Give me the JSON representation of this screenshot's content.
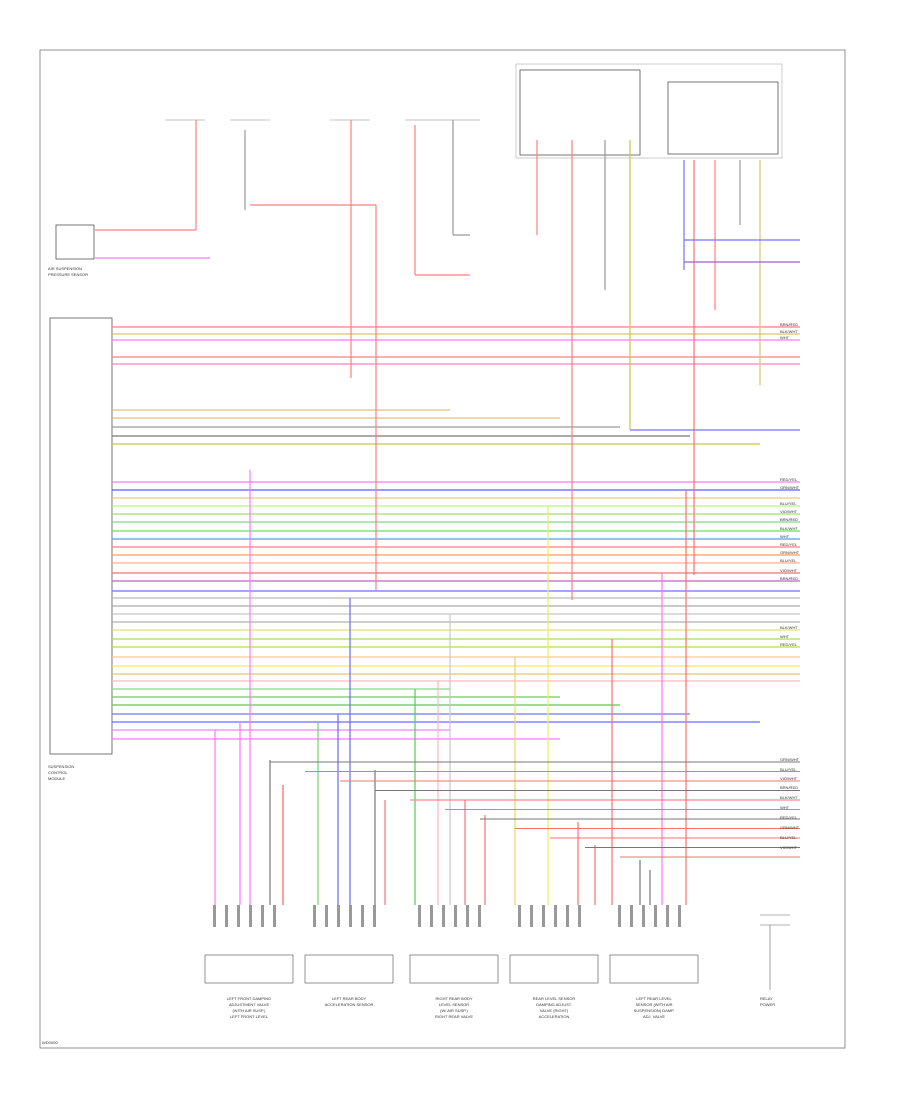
{
  "diagram": {
    "page_label": "WD0000",
    "wire_codes": [
      "BRN/RED",
      "BLK/WHT",
      "WHT",
      "RED/YEL",
      "GRN/WHT",
      "BLU/YEL",
      "VIO/WHT"
    ],
    "components": [
      {
        "id": "ecu",
        "lines": [
          "SUSPENSION",
          "CONTROL",
          "MODULE"
        ]
      },
      {
        "id": "comp-top-left",
        "lines": [
          "AIR SUSPENSION",
          "PRESSURE SENSOR"
        ]
      },
      {
        "id": "comp-fl",
        "lines": [
          "LEFT FRONT DAMPING",
          "ADJUSTMENT VALVE",
          "(WITH AIR SUSP.)",
          "LEFT FRONT LEVEL"
        ]
      },
      {
        "id": "comp-fr",
        "lines": [
          "LEFT REAR BODY",
          "ACCELERATION SENSOR"
        ]
      },
      {
        "id": "comp-rl",
        "lines": [
          "RIGHT REAR BODY",
          "LEVEL SENSOR",
          "(W/ AIR SUSP.)",
          "RIGHT REAR VALVE"
        ]
      },
      {
        "id": "comp-rr",
        "lines": [
          "REAR LEVEL SENSOR",
          "DAMPING ADJUST.",
          "VALVE (RIGHT)",
          "ACCELERATION"
        ]
      },
      {
        "id": "comp-right",
        "lines": [
          "LEFT REAR LEVEL",
          "SENSOR (WITH AIR",
          "SUSPENSION) DAMP.",
          "ADJ. VALVE"
        ]
      },
      {
        "id": "comp-relay",
        "lines": [
          "RELAY",
          "POWER"
        ]
      }
    ]
  }
}
